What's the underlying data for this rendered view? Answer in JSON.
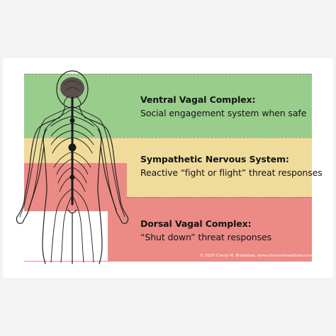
{
  "zones": [
    {
      "title": "Ventral Vagal Complex:",
      "description": "Social engagement system when safe",
      "color": "#98cd8c"
    },
    {
      "title": "Sympathetic Nervous System:",
      "description": "Reactive “fight or flight” threat responses",
      "color": "#efdc9a"
    },
    {
      "title": "Dorsal Vagal Complex:",
      "description": "“Shut down” threat responses",
      "color": "#ec8a86"
    }
  ],
  "credit": "© 2020 Cheryl M. Bradshaw, www.cherylmbradshaw.com",
  "figure": {
    "icon": "human-nervous-system-icon",
    "brain_color": "#5a4f4a",
    "nerve_color": "#1a1a1a"
  }
}
